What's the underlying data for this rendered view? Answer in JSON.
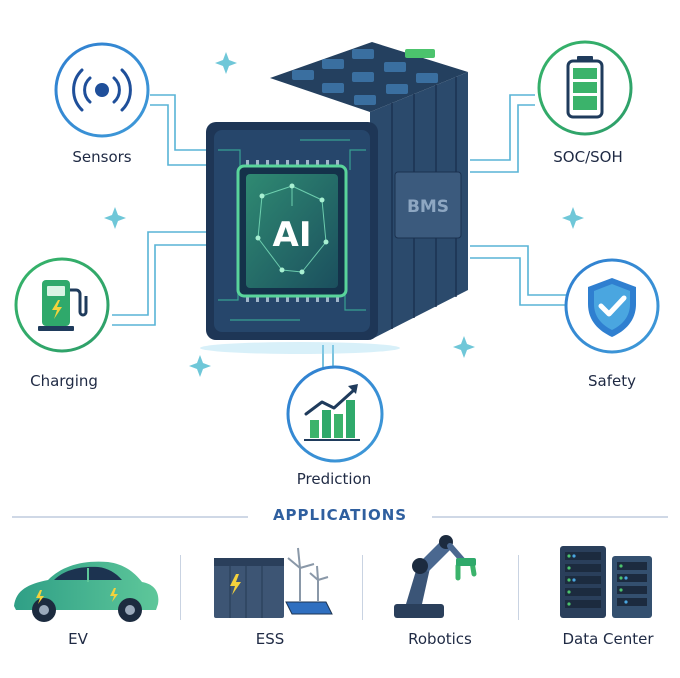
{
  "chip_label": "AI",
  "pack_label": "BMS",
  "features": [
    {
      "id": "sensors",
      "label": "Sensors",
      "icon": "signal-icon"
    },
    {
      "id": "soc",
      "label": "SOC/SOH",
      "icon": "battery-icon"
    },
    {
      "id": "charging",
      "label": "Charging",
      "icon": "charger-icon"
    },
    {
      "id": "safety",
      "label": "Safety",
      "icon": "shield-check-icon"
    },
    {
      "id": "prediction",
      "label": "Prediction",
      "icon": "trend-chart-icon"
    }
  ],
  "applications_title": "APPLICATIONS",
  "applications": [
    {
      "label": "EV",
      "icon": "car-icon"
    },
    {
      "label": "ESS",
      "icon": "energy-storage-icon"
    },
    {
      "label": "Robotics",
      "icon": "robot-arm-icon"
    },
    {
      "label": "Data Center",
      "icon": "server-rack-icon"
    }
  ],
  "colors": {
    "navy": "#1f3b5c",
    "green": "#3bb36b",
    "blue": "#2f7fd0",
    "teal": "#4fb0c6"
  }
}
